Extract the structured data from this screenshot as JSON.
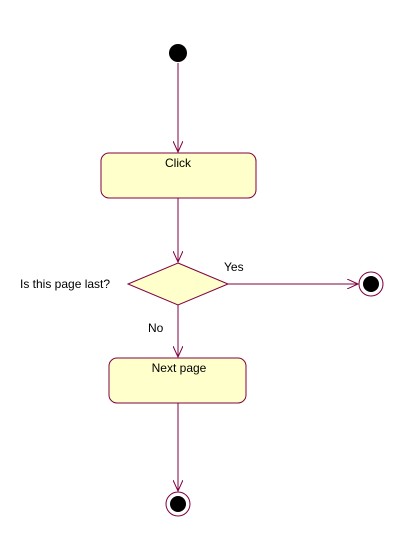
{
  "diagram": {
    "type": "activity-diagram",
    "colors": {
      "line": "#800040",
      "node_fill": "#FFFFCC",
      "node_stroke": "#800040",
      "terminal_fill": "#000000",
      "text": "#000000"
    },
    "nodes": {
      "initial": {
        "kind": "initial-node"
      },
      "click": {
        "kind": "action",
        "label": "Click"
      },
      "decision": {
        "kind": "decision",
        "label": "Is this page last?"
      },
      "next_page": {
        "kind": "action",
        "label": "Next page"
      },
      "final_right": {
        "kind": "final-node"
      },
      "final_bottom": {
        "kind": "final-node"
      }
    },
    "edges": {
      "yes": {
        "from": "decision",
        "to": "final_right",
        "guard": "Yes"
      },
      "no": {
        "from": "decision",
        "to": "next_page",
        "guard": "No"
      },
      "start": {
        "from": "initial",
        "to": "click"
      },
      "to_decision": {
        "from": "click",
        "to": "decision"
      },
      "to_end": {
        "from": "next_page",
        "to": "final_bottom"
      }
    }
  }
}
